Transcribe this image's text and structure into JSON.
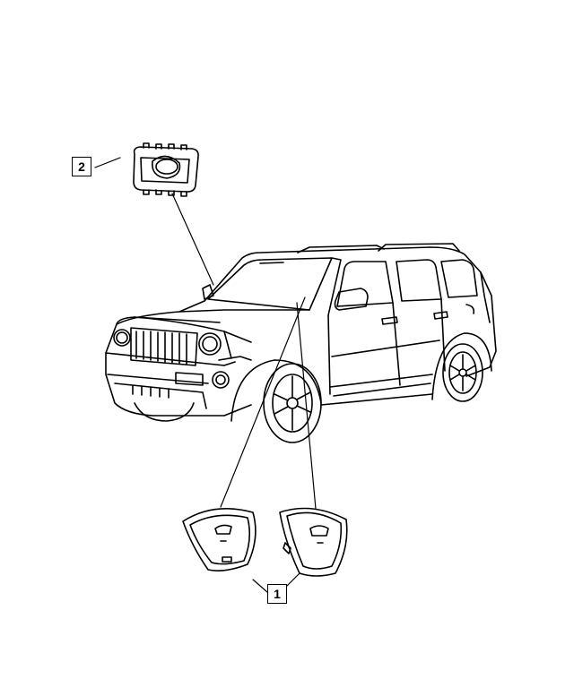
{
  "callouts": [
    {
      "label": "2",
      "part": "sensor-bezel"
    },
    {
      "label": "1",
      "part": "side-airbag-covers"
    }
  ],
  "colors": {
    "line": "#000000",
    "background": "#ffffff"
  }
}
